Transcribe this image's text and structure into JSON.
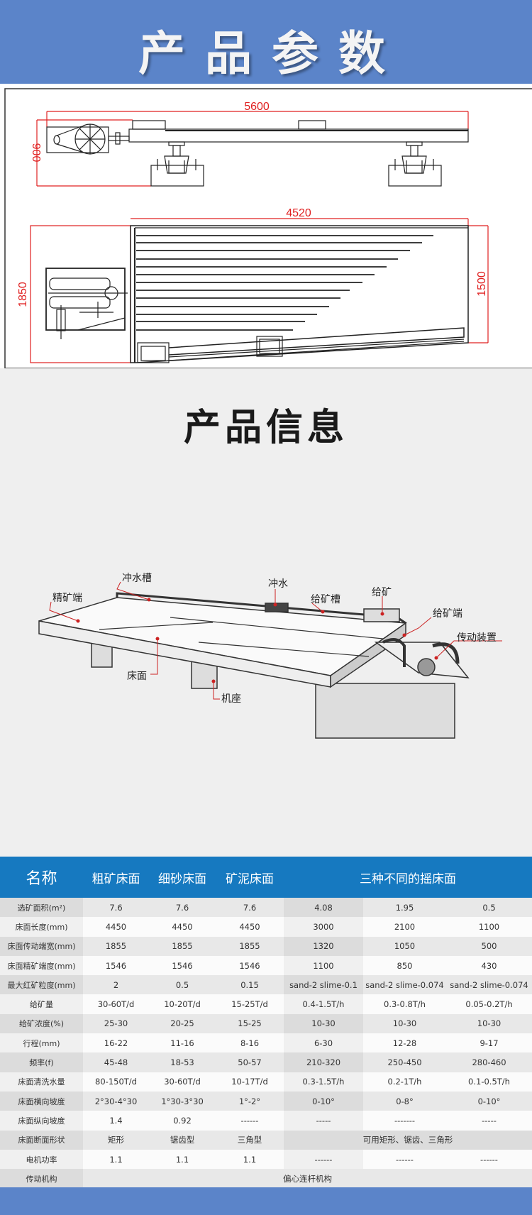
{
  "banner": {
    "title": "产品参数"
  },
  "drawing": {
    "side_view": {
      "length_dim": "5600",
      "height_dim": "900"
    },
    "top_view": {
      "length_dim": "4520",
      "width_dim": "1850",
      "deck_width_dim": "1500"
    }
  },
  "info": {
    "title": "产品信息",
    "labels": {
      "concentrate_end": "精矿端",
      "flush_trough": "冲水槽",
      "flush_water": "冲水",
      "feed_trough": "给矿槽",
      "feed": "给矿",
      "feed_end": "给矿端",
      "drive": "传动装置",
      "deck": "床面",
      "base": "机座"
    }
  },
  "table": {
    "headers": [
      "名称",
      "粗矿床面",
      "细砂床面",
      "矿泥床面",
      "三种不同的摇床面"
    ],
    "rows": [
      {
        "label": "选矿面积(m²)",
        "cells": [
          "7.6",
          "7.6",
          "7.6",
          "4.08",
          "1.95",
          "0.5"
        ]
      },
      {
        "label": "床面长度(mm)",
        "cells": [
          "4450",
          "4450",
          "4450",
          "3000",
          "2100",
          "1100"
        ]
      },
      {
        "label": "床面传动端宽(mm)",
        "cells": [
          "1855",
          "1855",
          "1855",
          "1320",
          "1050",
          "500"
        ]
      },
      {
        "label": "床面精矿端度(mm)",
        "cells": [
          "1546",
          "1546",
          "1546",
          "1100",
          "850",
          "430"
        ]
      },
      {
        "label": "最大红矿粒度(mm)",
        "cells": [
          "2",
          "0.5",
          "0.15",
          "sand-2 slime-0.1",
          "sand-2 slime-0.074",
          "sand-2 slime-0.074"
        ]
      },
      {
        "label": "给矿量",
        "cells": [
          "30-60T/d",
          "10-20T/d",
          "15-25T/d",
          "0.4-1.5T/h",
          "0.3-0.8T/h",
          "0.05-0.2T/h"
        ]
      },
      {
        "label": "给矿浓度(%)",
        "cells": [
          "25-30",
          "20-25",
          "15-25",
          "10-30",
          "10-30",
          "10-30"
        ]
      },
      {
        "label": "行程(mm)",
        "cells": [
          "16-22",
          "11-16",
          "8-16",
          "6-30",
          "12-28",
          "9-17"
        ]
      },
      {
        "label": "频率(f)",
        "cells": [
          "45-48",
          "18-53",
          "50-57",
          "210-320",
          "250-450",
          "280-460"
        ]
      },
      {
        "label": "床面清洗水量",
        "cells": [
          "80-150T/d",
          "30-60T/d",
          "10-17T/d",
          "0.3-1.5T/h",
          "0.2-1T/h",
          "0.1-0.5T/h"
        ]
      },
      {
        "label": "床面横向坡度",
        "cells": [
          "2°30-4°30",
          "1°30-3°30",
          "1°-2°",
          "0-10°",
          "0-8°",
          "0-10°"
        ]
      },
      {
        "label": "床面纵向坡度",
        "cells": [
          "1.4",
          "0.92",
          "------",
          "-----",
          "-------",
          "-----"
        ]
      },
      {
        "label": "床面断面形状",
        "cells": [
          "矩形",
          "锯齿型",
          "三角型"
        ],
        "merged": "可用矩形、锯齿、三角形"
      },
      {
        "label": "电机功率",
        "cells": [
          "1.1",
          "1.1",
          "1.1",
          "------",
          "------",
          "------"
        ]
      },
      {
        "label": "传动机构",
        "merged": "偏心连杆机构"
      }
    ]
  },
  "colors": {
    "banner": "#5b84c9",
    "table_header": "#1679c0",
    "dimension": "#e02020"
  }
}
